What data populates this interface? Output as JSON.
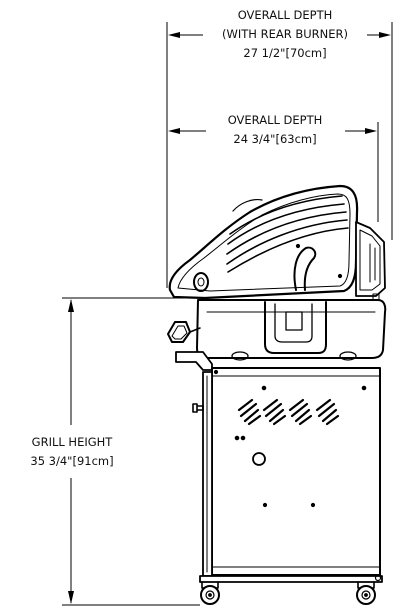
{
  "overall_depth_rear": {
    "line1": "OVERALL DEPTH",
    "line2": "(WITH REAR BURNER)",
    "line3": "27 1/2\"[70cm]"
  },
  "overall_depth": {
    "line1": "OVERALL DEPTH",
    "line2": "24 3/4\"[63cm]"
  },
  "grill_height": {
    "line1": "GRILL HEIGHT",
    "line2": "35 3/4\"[91cm]"
  }
}
